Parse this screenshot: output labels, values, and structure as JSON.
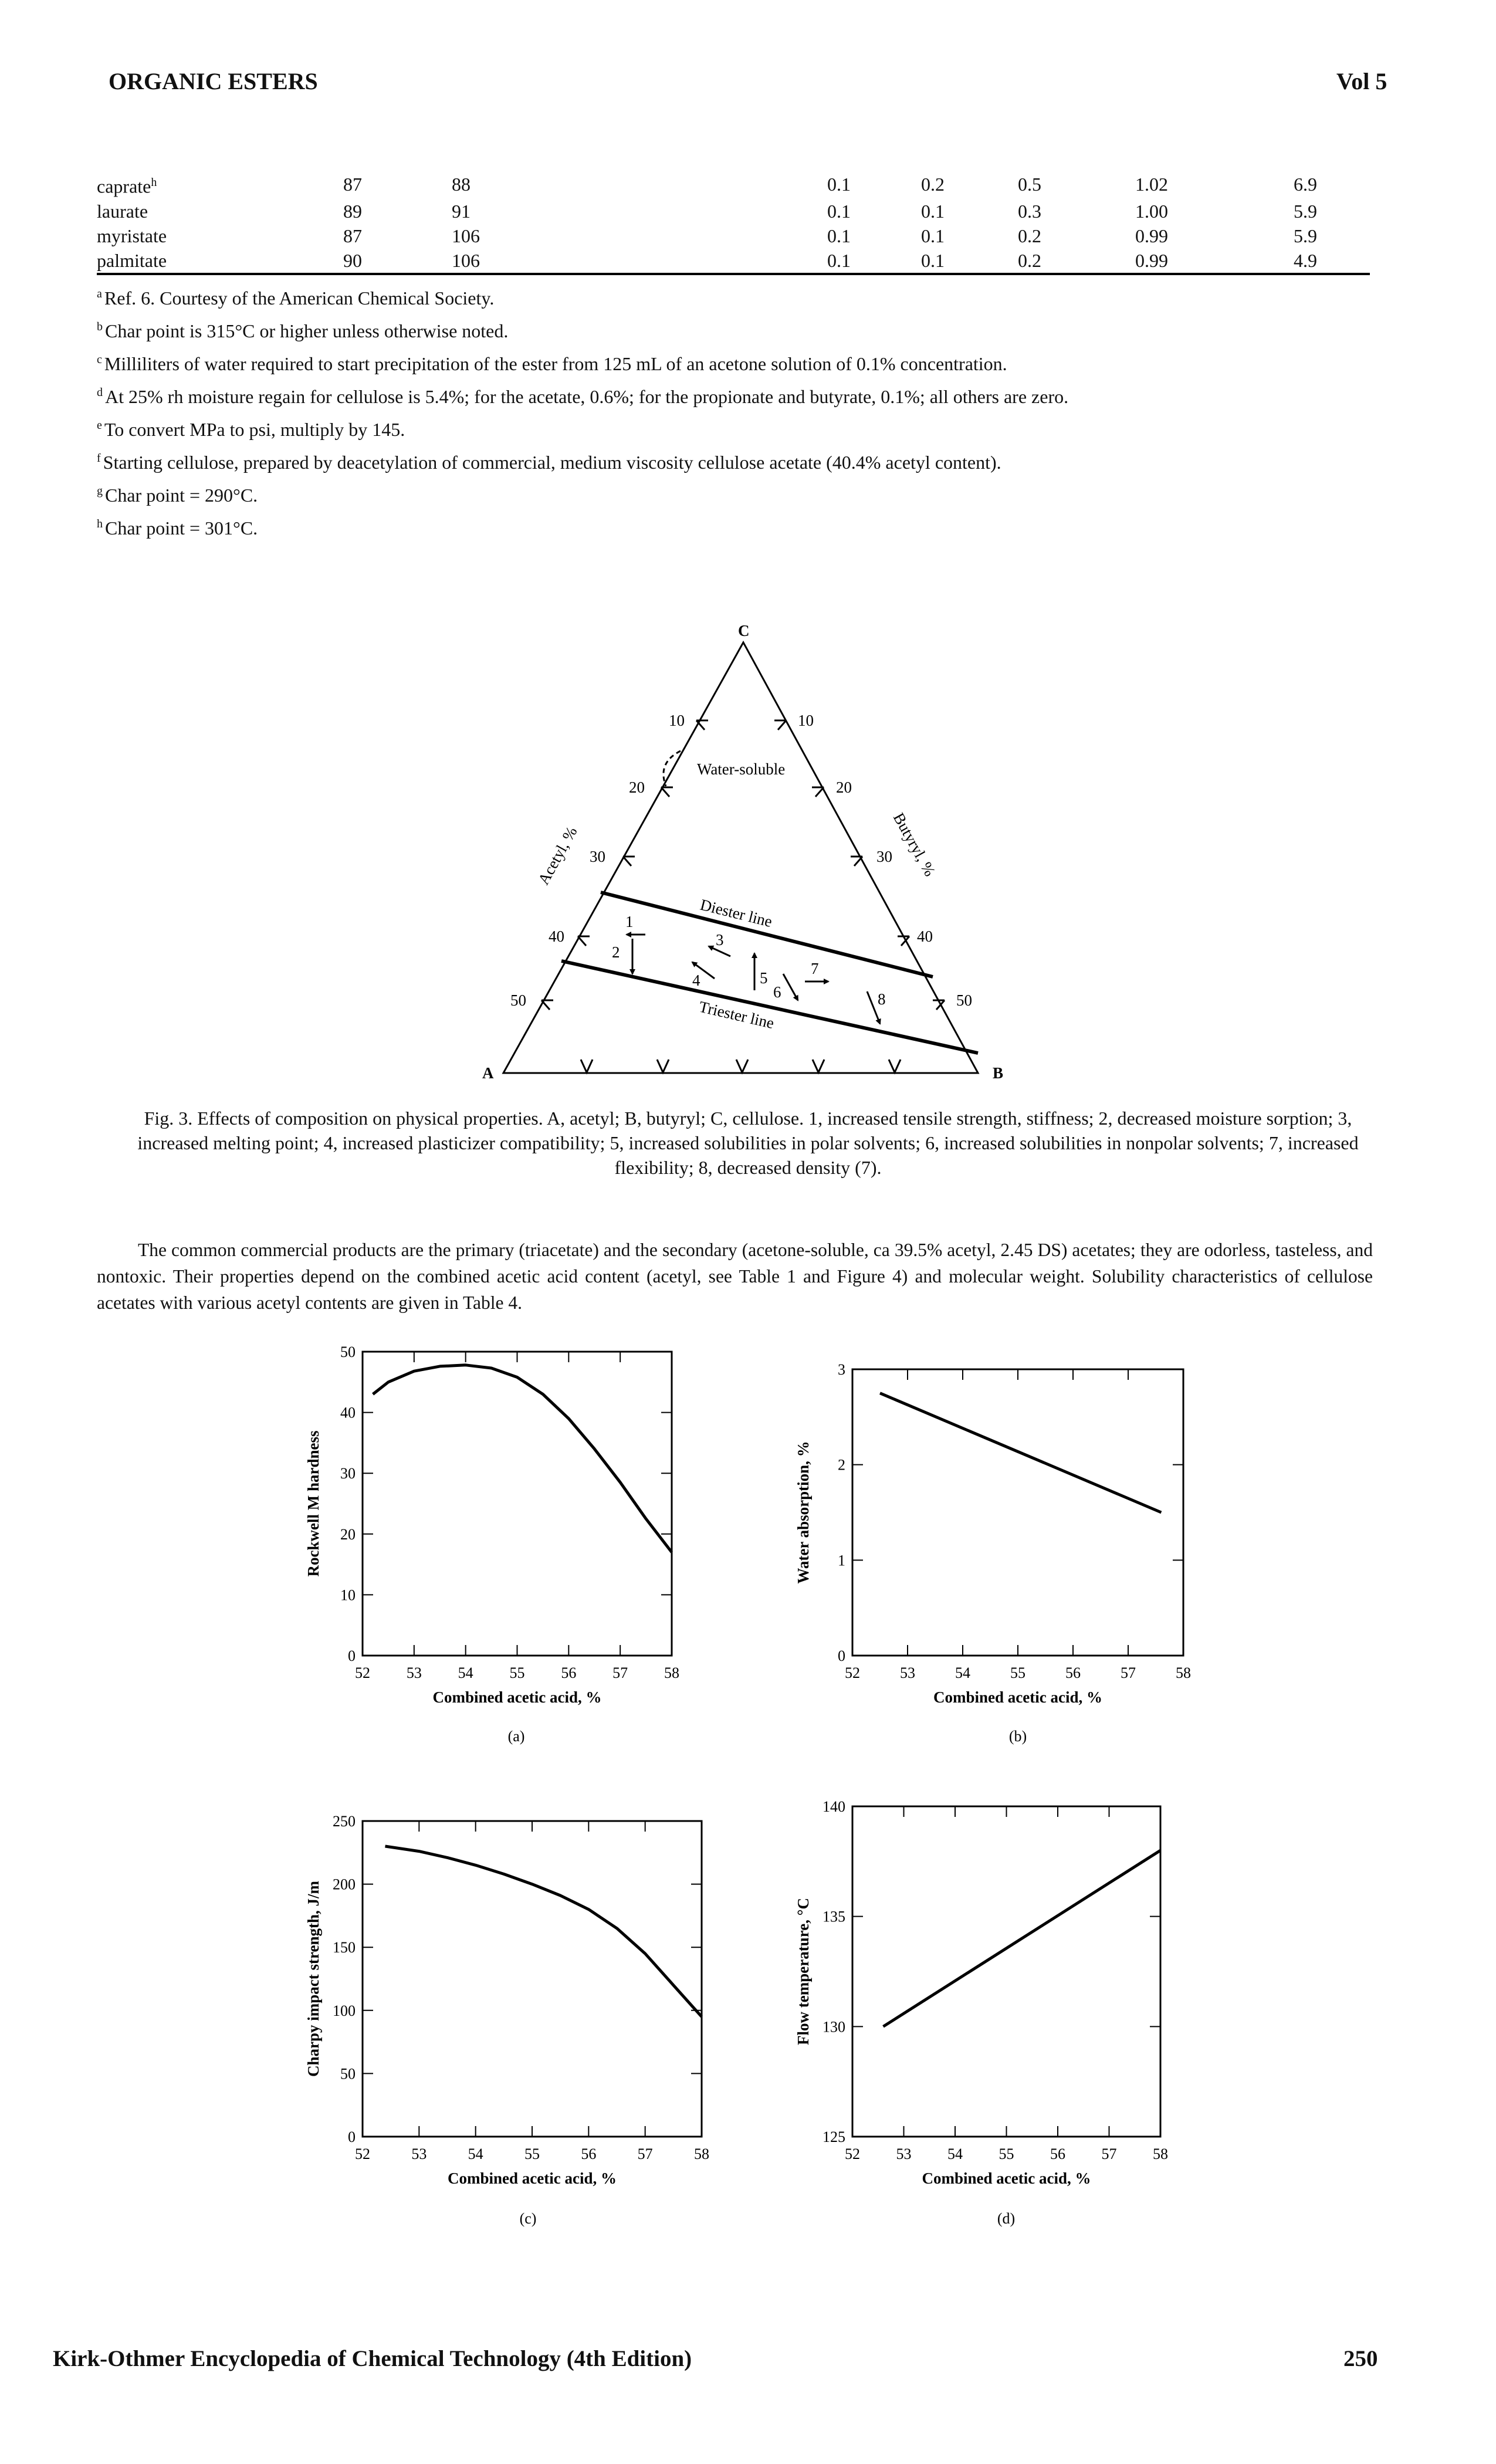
{
  "header": {
    "left": "ORGANIC ESTERS",
    "right": "Vol 5"
  },
  "table": {
    "rows": [
      {
        "name": "caprate",
        "sup": "h",
        "c1": "87",
        "c2": "88",
        "c3": "0.1",
        "c4": "0.2",
        "c5": "0.5",
        "c6": "1.02",
        "c7": "6.9"
      },
      {
        "name": "laurate",
        "sup": "",
        "c1": "89",
        "c2": "91",
        "c3": "0.1",
        "c4": "0.1",
        "c5": "0.3",
        "c6": "1.00",
        "c7": "5.9"
      },
      {
        "name": "myristate",
        "sup": "",
        "c1": "87",
        "c2": "106",
        "c3": "0.1",
        "c4": "0.1",
        "c5": "0.2",
        "c6": "0.99",
        "c7": "5.9"
      },
      {
        "name": "palmitate",
        "sup": "",
        "c1": "90",
        "c2": "106",
        "c3": "0.1",
        "c4": "0.1",
        "c5": "0.2",
        "c6": "0.99",
        "c7": "4.9"
      }
    ]
  },
  "footnotes": [
    {
      "mark": "a",
      "text": "Ref. 6. Courtesy of the American Chemical Society."
    },
    {
      "mark": "b",
      "text": "Char point is 315°C or higher unless otherwise noted."
    },
    {
      "mark": "c",
      "text": "Milliliters of water required to start precipitation of the ester from 125 mL of an acetone solution of 0.1% concentration."
    },
    {
      "mark": "d",
      "text": "At 25% rh moisture regain for cellulose is 5.4%; for the acetate, 0.6%; for the propionate and butyrate, 0.1%; all others are zero."
    },
    {
      "mark": "e",
      "text": "To convert MPa to psi, multiply by 145."
    },
    {
      "mark": "f",
      "text": "Starting cellulose, prepared by deacetylation of commercial, medium viscosity cellulose acetate (40.4% acetyl content)."
    },
    {
      "mark": "g",
      "text": "Char point = 290°C."
    },
    {
      "mark": "h",
      "text": "Char point = 301°C."
    }
  ],
  "ternary": {
    "corner_a": "A",
    "corner_b": "B",
    "corner_c": "C",
    "left_axis": "Acetyl, %",
    "right_axis": "Butyryl, %",
    "left_ticks": [
      "10",
      "20",
      "30",
      "40",
      "50"
    ],
    "right_ticks": [
      "10",
      "20",
      "30",
      "40",
      "50"
    ],
    "region_label": "Water-soluble",
    "diester": "Diester line",
    "triester": "Triester line",
    "numbers": [
      "1",
      "2",
      "3",
      "4",
      "5",
      "6",
      "7",
      "8"
    ]
  },
  "caption": "Fig. 3. Effects of composition on physical properties. A, acetyl; B, butyryl; C, cellulose. 1, increased tensile strength, stiffness; 2, decreased moisture sorption; 3, increased melting point; 4, increased plasticizer compatibility; 5, increased solubilities in polar solvents; 6, increased solubilities in nonpolar solvents; 7, increased flexibility; 8, decreased density (7).",
  "paragraph": "The common commercial products are the primary (triacetate) and the secondary (acetone-soluble, ca 39.5% acetyl, 2.45 DS) acetates; they are odorless, tasteless, and nontoxic. Their properties depend on the combined acetic acid content (acetyl, see Table 1 and Figure 4) and molecular weight. Solubility characteristics of cellulose acetates with various acetyl contents are given in Table 4.",
  "chart_data": [
    {
      "id": "a",
      "type": "line",
      "panel_label": "(a)",
      "xlabel": "Combined acetic acid, %",
      "ylabel": "Rockwell M hardness",
      "xlim": [
        52,
        58
      ],
      "ylim": [
        0,
        50
      ],
      "xticks": [
        "52",
        "53",
        "54",
        "55",
        "56",
        "57",
        "58"
      ],
      "yticks": [
        "0",
        "10",
        "20",
        "30",
        "40",
        "50"
      ],
      "x": [
        52.2,
        52.5,
        53,
        53.5,
        54,
        54.5,
        55,
        55.5,
        56,
        56.5,
        57,
        57.5,
        58
      ],
      "y": [
        43,
        45,
        46.8,
        47.6,
        47.8,
        47.3,
        45.8,
        43,
        39,
        34,
        28.5,
        22.5,
        17
      ]
    },
    {
      "id": "b",
      "type": "line",
      "panel_label": "(b)",
      "xlabel": "Combined acetic acid, %",
      "ylabel": "Water absorption, %",
      "xlim": [
        52,
        58
      ],
      "ylim": [
        0,
        3
      ],
      "xticks": [
        "52",
        "53",
        "54",
        "55",
        "56",
        "57",
        "58"
      ],
      "yticks": [
        "0",
        "1",
        "2",
        "3"
      ],
      "x": [
        52.5,
        57.6
      ],
      "y": [
        2.75,
        1.5
      ]
    },
    {
      "id": "c",
      "type": "line",
      "panel_label": "(c)",
      "xlabel": "Combined acetic acid, %",
      "ylabel": "Charpy impact strength, J/m",
      "xlim": [
        52,
        58
      ],
      "ylim": [
        0,
        250
      ],
      "xticks": [
        "52",
        "53",
        "54",
        "55",
        "56",
        "57",
        "58"
      ],
      "yticks": [
        "0",
        "50",
        "100",
        "150",
        "200",
        "250"
      ],
      "x": [
        52.4,
        53,
        53.5,
        54,
        54.5,
        55,
        55.5,
        56,
        56.5,
        57,
        57.5,
        58
      ],
      "y": [
        230,
        226,
        221,
        215,
        208,
        200,
        191,
        180,
        165,
        145,
        120,
        95
      ]
    },
    {
      "id": "d",
      "type": "line",
      "panel_label": "(d)",
      "xlabel": "Combined acetic acid, %",
      "ylabel": "Flow temperature, °C",
      "xlim": [
        52,
        58
      ],
      "ylim": [
        125,
        140
      ],
      "xticks": [
        "52",
        "53",
        "54",
        "55",
        "56",
        "57",
        "58"
      ],
      "yticks": [
        "125",
        "130",
        "135",
        "140"
      ],
      "x": [
        52.6,
        58
      ],
      "y": [
        130,
        138
      ]
    }
  ],
  "footer": {
    "left": "Kirk-Othmer Encyclopedia of Chemical Technology (4th Edition)",
    "right": "250"
  }
}
